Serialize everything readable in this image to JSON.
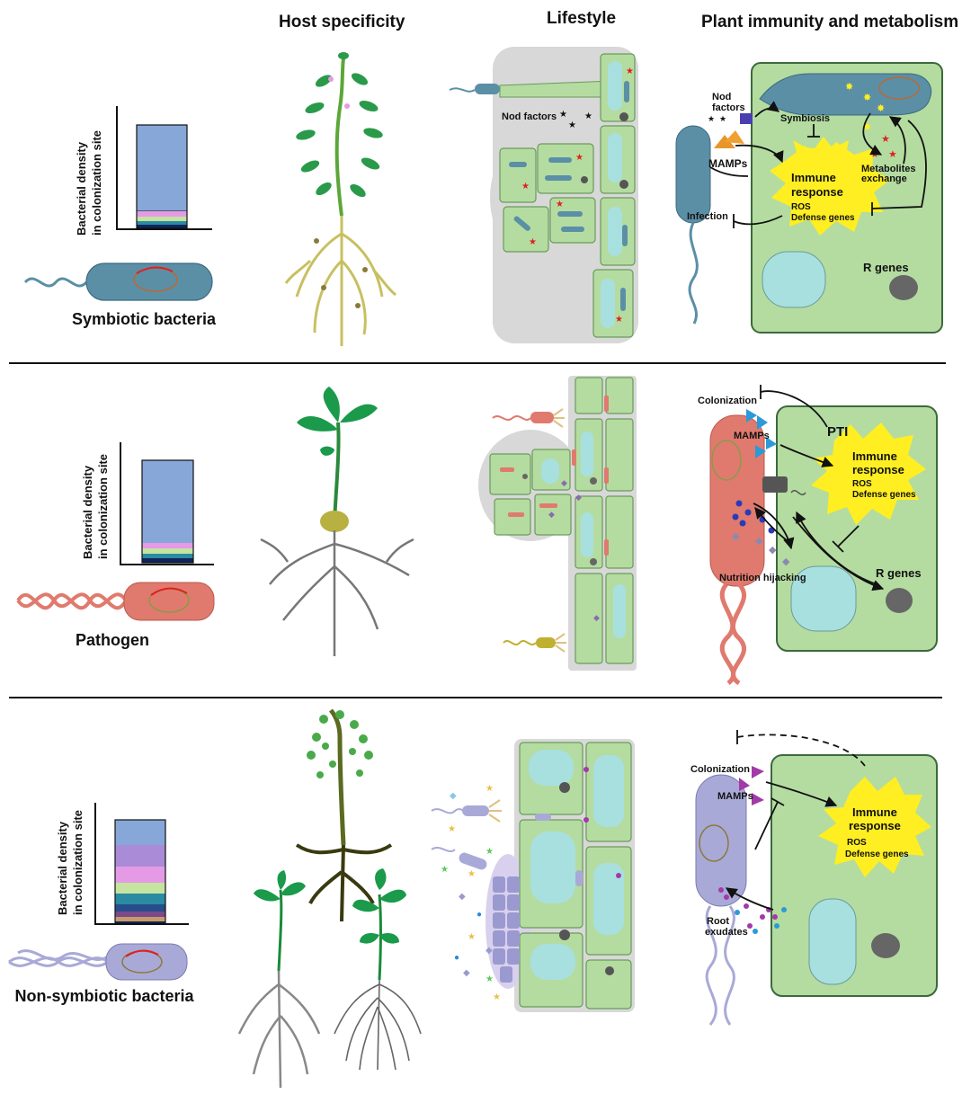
{
  "headers": {
    "host_specificity": "Host specificity",
    "lifestyle": "Lifestyle",
    "immunity": "Plant immunity and metabolism"
  },
  "axis_label": {
    "line1": "Bacterial density",
    "line2": "in colonization site"
  },
  "rows": {
    "symbiotic": {
      "name": "Symbiotic bacteria",
      "bar_colors": [
        "#86a7d8",
        "#e59ae6",
        "#c5e4a0",
        "#2a8ba3",
        "#10235a"
      ],
      "lifestyle_label": "Nod factors",
      "nod_factors": "Nod",
      "nod_factors2": "factors",
      "symbiosis": "Symbiosis",
      "mamps": "MAMPs",
      "immune1": "Immune",
      "immune2": "response",
      "ros": "ROS",
      "defense": "Defense genes",
      "metab1": "Metabolites",
      "metab2": "exchange",
      "infection": "Infection",
      "rgenes": "R genes"
    },
    "pathogen": {
      "name": "Pathogen",
      "bar_colors": [
        "#86a7d8",
        "#e59ae6",
        "#c5e4a0",
        "#2a8ba3",
        "#10235a"
      ],
      "colonization": "Colonization",
      "pti": "PTI",
      "mamps": "MAMPs",
      "immune1": "Immune",
      "immune2": "response",
      "ros": "ROS",
      "defense": "Defense genes",
      "hijack": "Nutrition hijacking",
      "rgenes": "R genes"
    },
    "nonsymbiotic": {
      "name": "Non-symbiotic bacteria",
      "bar_colors": [
        "#86a7d8",
        "#a98bd8",
        "#e59ae6",
        "#c5e4a0",
        "#2a8ba3",
        "#274c8a",
        "#7a4a8a",
        "#c99a6a",
        "#10235a"
      ],
      "colonization": "Colonization",
      "mamps": "MAMPs",
      "immune1": "Immune",
      "immune2": "response",
      "ros": "ROS",
      "defense": "Defense genes",
      "root1": "Root",
      "root2": "exudates"
    }
  },
  "colors": {
    "symbiont": "#5b8fa6",
    "pathogen": "#e07a6e",
    "nonsymbiont": "#a9a9d8",
    "cell_fill": "#b4dca0",
    "vacuole": "#a8e0e0",
    "yellow": "#ffee22"
  }
}
